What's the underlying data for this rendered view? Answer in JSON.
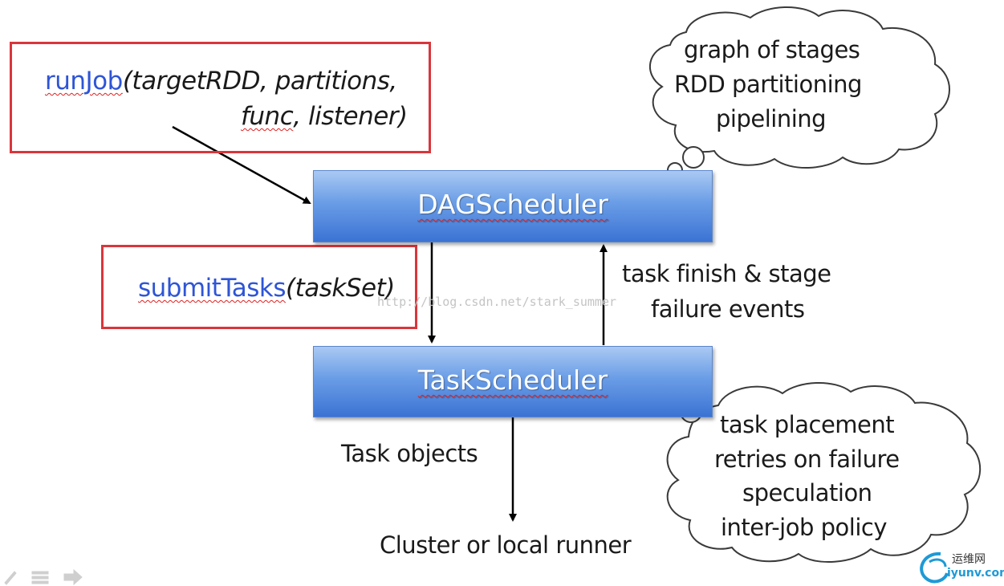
{
  "run_job": {
    "func_name": "runJob",
    "line1_args": "(targetRDD, partitions,",
    "line2_func": "func",
    "line2_rest": ", listener)"
  },
  "submit_tasks": {
    "func_name": "submitTasks",
    "args": "(taskSet)"
  },
  "dag_scheduler": {
    "label": "DAGScheduler"
  },
  "task_scheduler": {
    "label": "TaskScheduler"
  },
  "dag_thought": {
    "lines": [
      "graph of stages",
      "RDD partitioning",
      "pipelining"
    ]
  },
  "task_thought": {
    "lines": [
      "task placement",
      "retries on failure",
      "speculation",
      "inter-job policy"
    ]
  },
  "feedback": {
    "line1": "task finish & stage",
    "line2": "failure events"
  },
  "task_objects": "Task objects",
  "runner": "Cluster or local runner",
  "watermark": "http://blog.csdn.net/stark_summer",
  "site_logo": {
    "cn": "运维网",
    "url": "iyunv.com"
  }
}
